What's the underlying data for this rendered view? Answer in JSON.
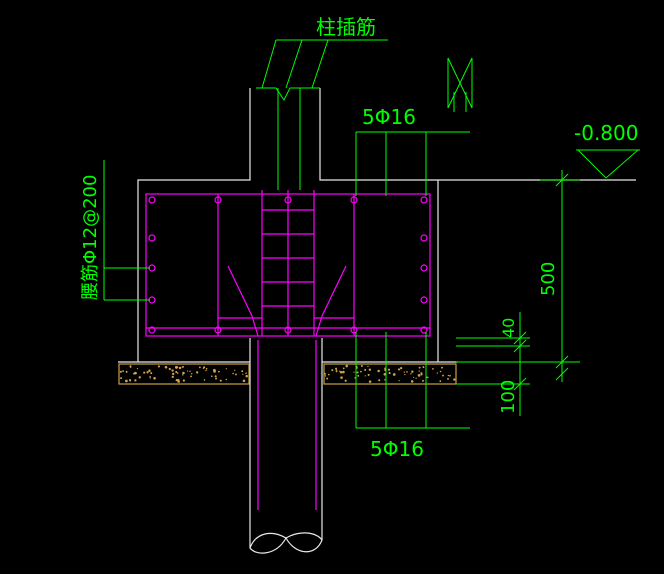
{
  "labels": {
    "column_dowel": "柱插筋",
    "top_bars": "5Φ16",
    "bottom_bars": "5Φ16",
    "elevation": "-0.800",
    "dim_height": "500",
    "dim_cover": "40",
    "dim_bedding": "100",
    "waist_bars": "腰筋Φ12@200"
  },
  "colors": {
    "background": "#000000",
    "dimension": "#00ff00",
    "rebar": "#ff00ff",
    "structure": "#ffffff",
    "bedding": "#d4a24a",
    "concrete_outline": "#c8a040"
  }
}
